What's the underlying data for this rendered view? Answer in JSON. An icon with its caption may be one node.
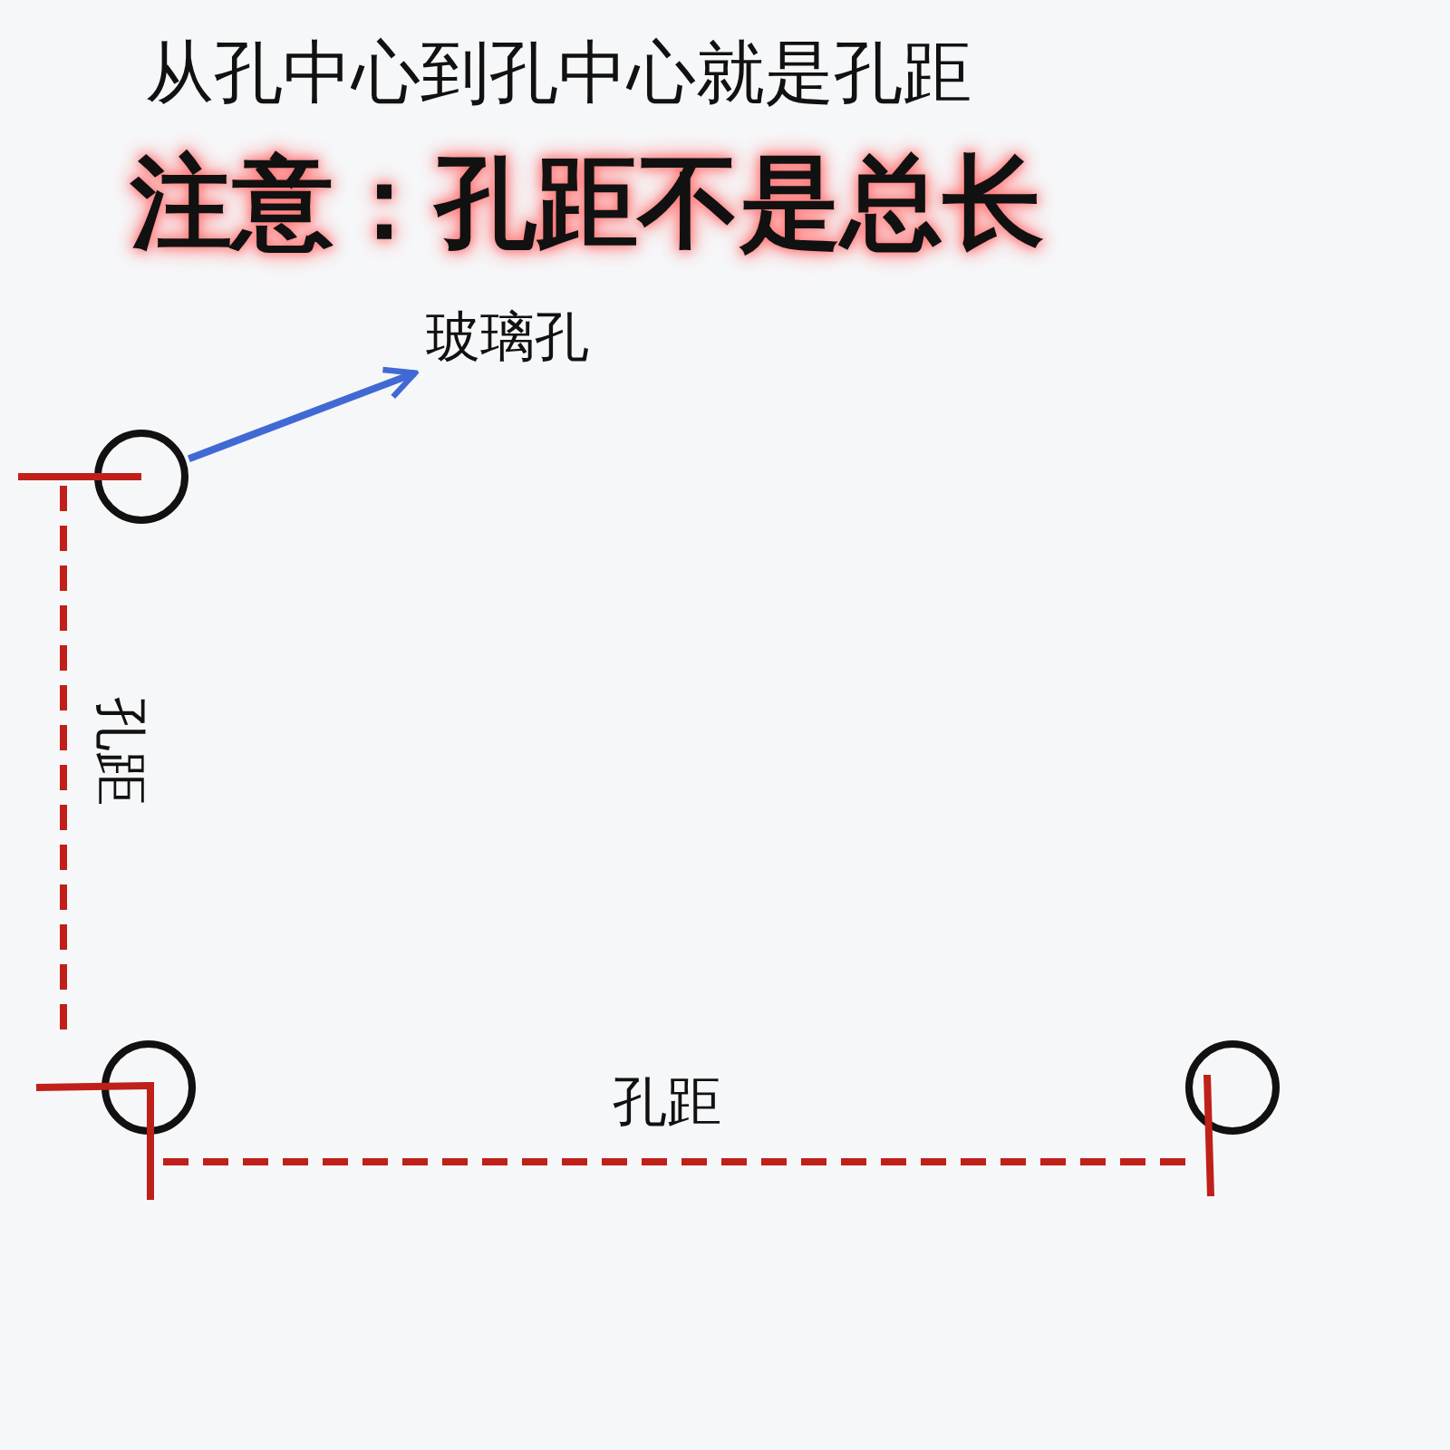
{
  "diagram": {
    "title": "从孔中心到孔中心就是孔距",
    "nodes": [
      {
        "text": [
          "玻璃孔"
        ]
      },
      {
        "text": [],
        "shape": "circle"
      },
      {
        "text": [],
        "shape": "circle"
      },
      {
        "text": [],
        "shape": "circle"
      }
    ],
    "edges": [
      {
        "from": 1,
        "to": 0,
        "arrow": "to",
        "color": "#4169d4"
      }
    ],
    "labels": [
      "注意：孔距不是总长",
      "孔距",
      "孔距"
    ]
  }
}
